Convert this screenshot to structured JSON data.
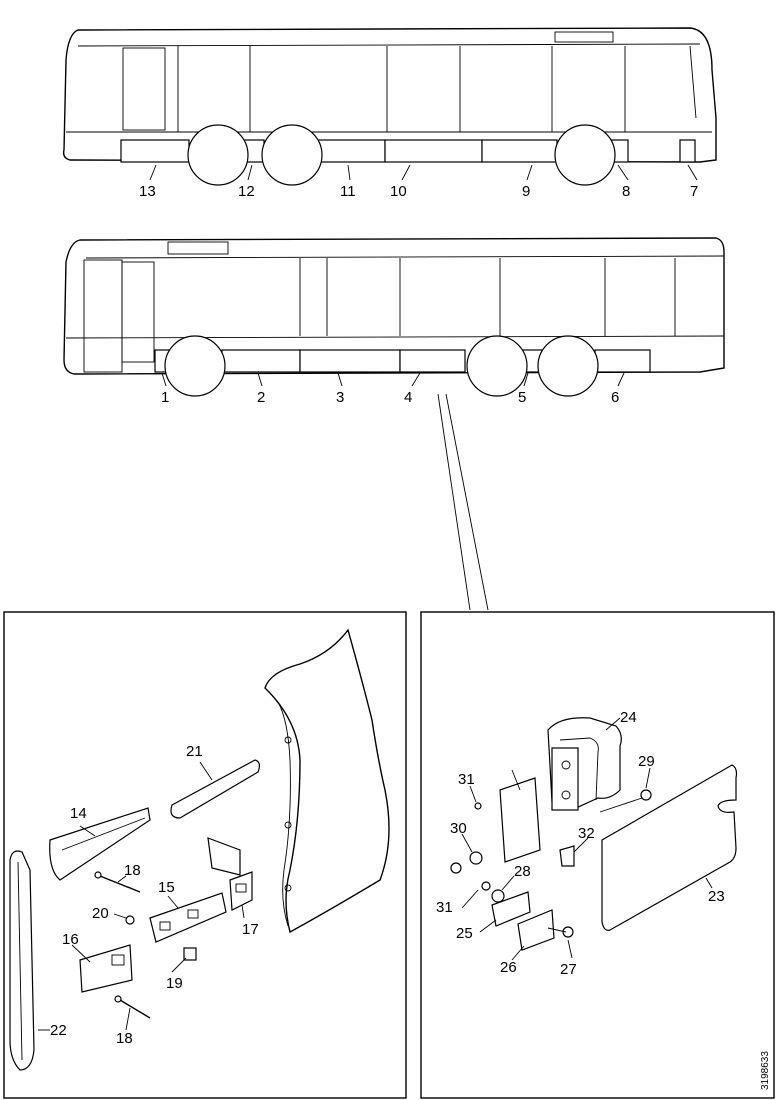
{
  "callouts_top": [
    "13",
    "12",
    "11",
    "10",
    "9",
    "8",
    "7"
  ],
  "callouts_mid": [
    "1",
    "2",
    "3",
    "4",
    "5",
    "6"
  ],
  "callouts_left": [
    "14",
    "21",
    "18",
    "15",
    "17",
    "20",
    "16",
    "19",
    "18",
    "22"
  ],
  "callouts_right": [
    "24",
    "31",
    "29",
    "30",
    "32",
    "28",
    "31",
    "23",
    "25",
    "26",
    "27"
  ],
  "drawing_code": "3198633"
}
